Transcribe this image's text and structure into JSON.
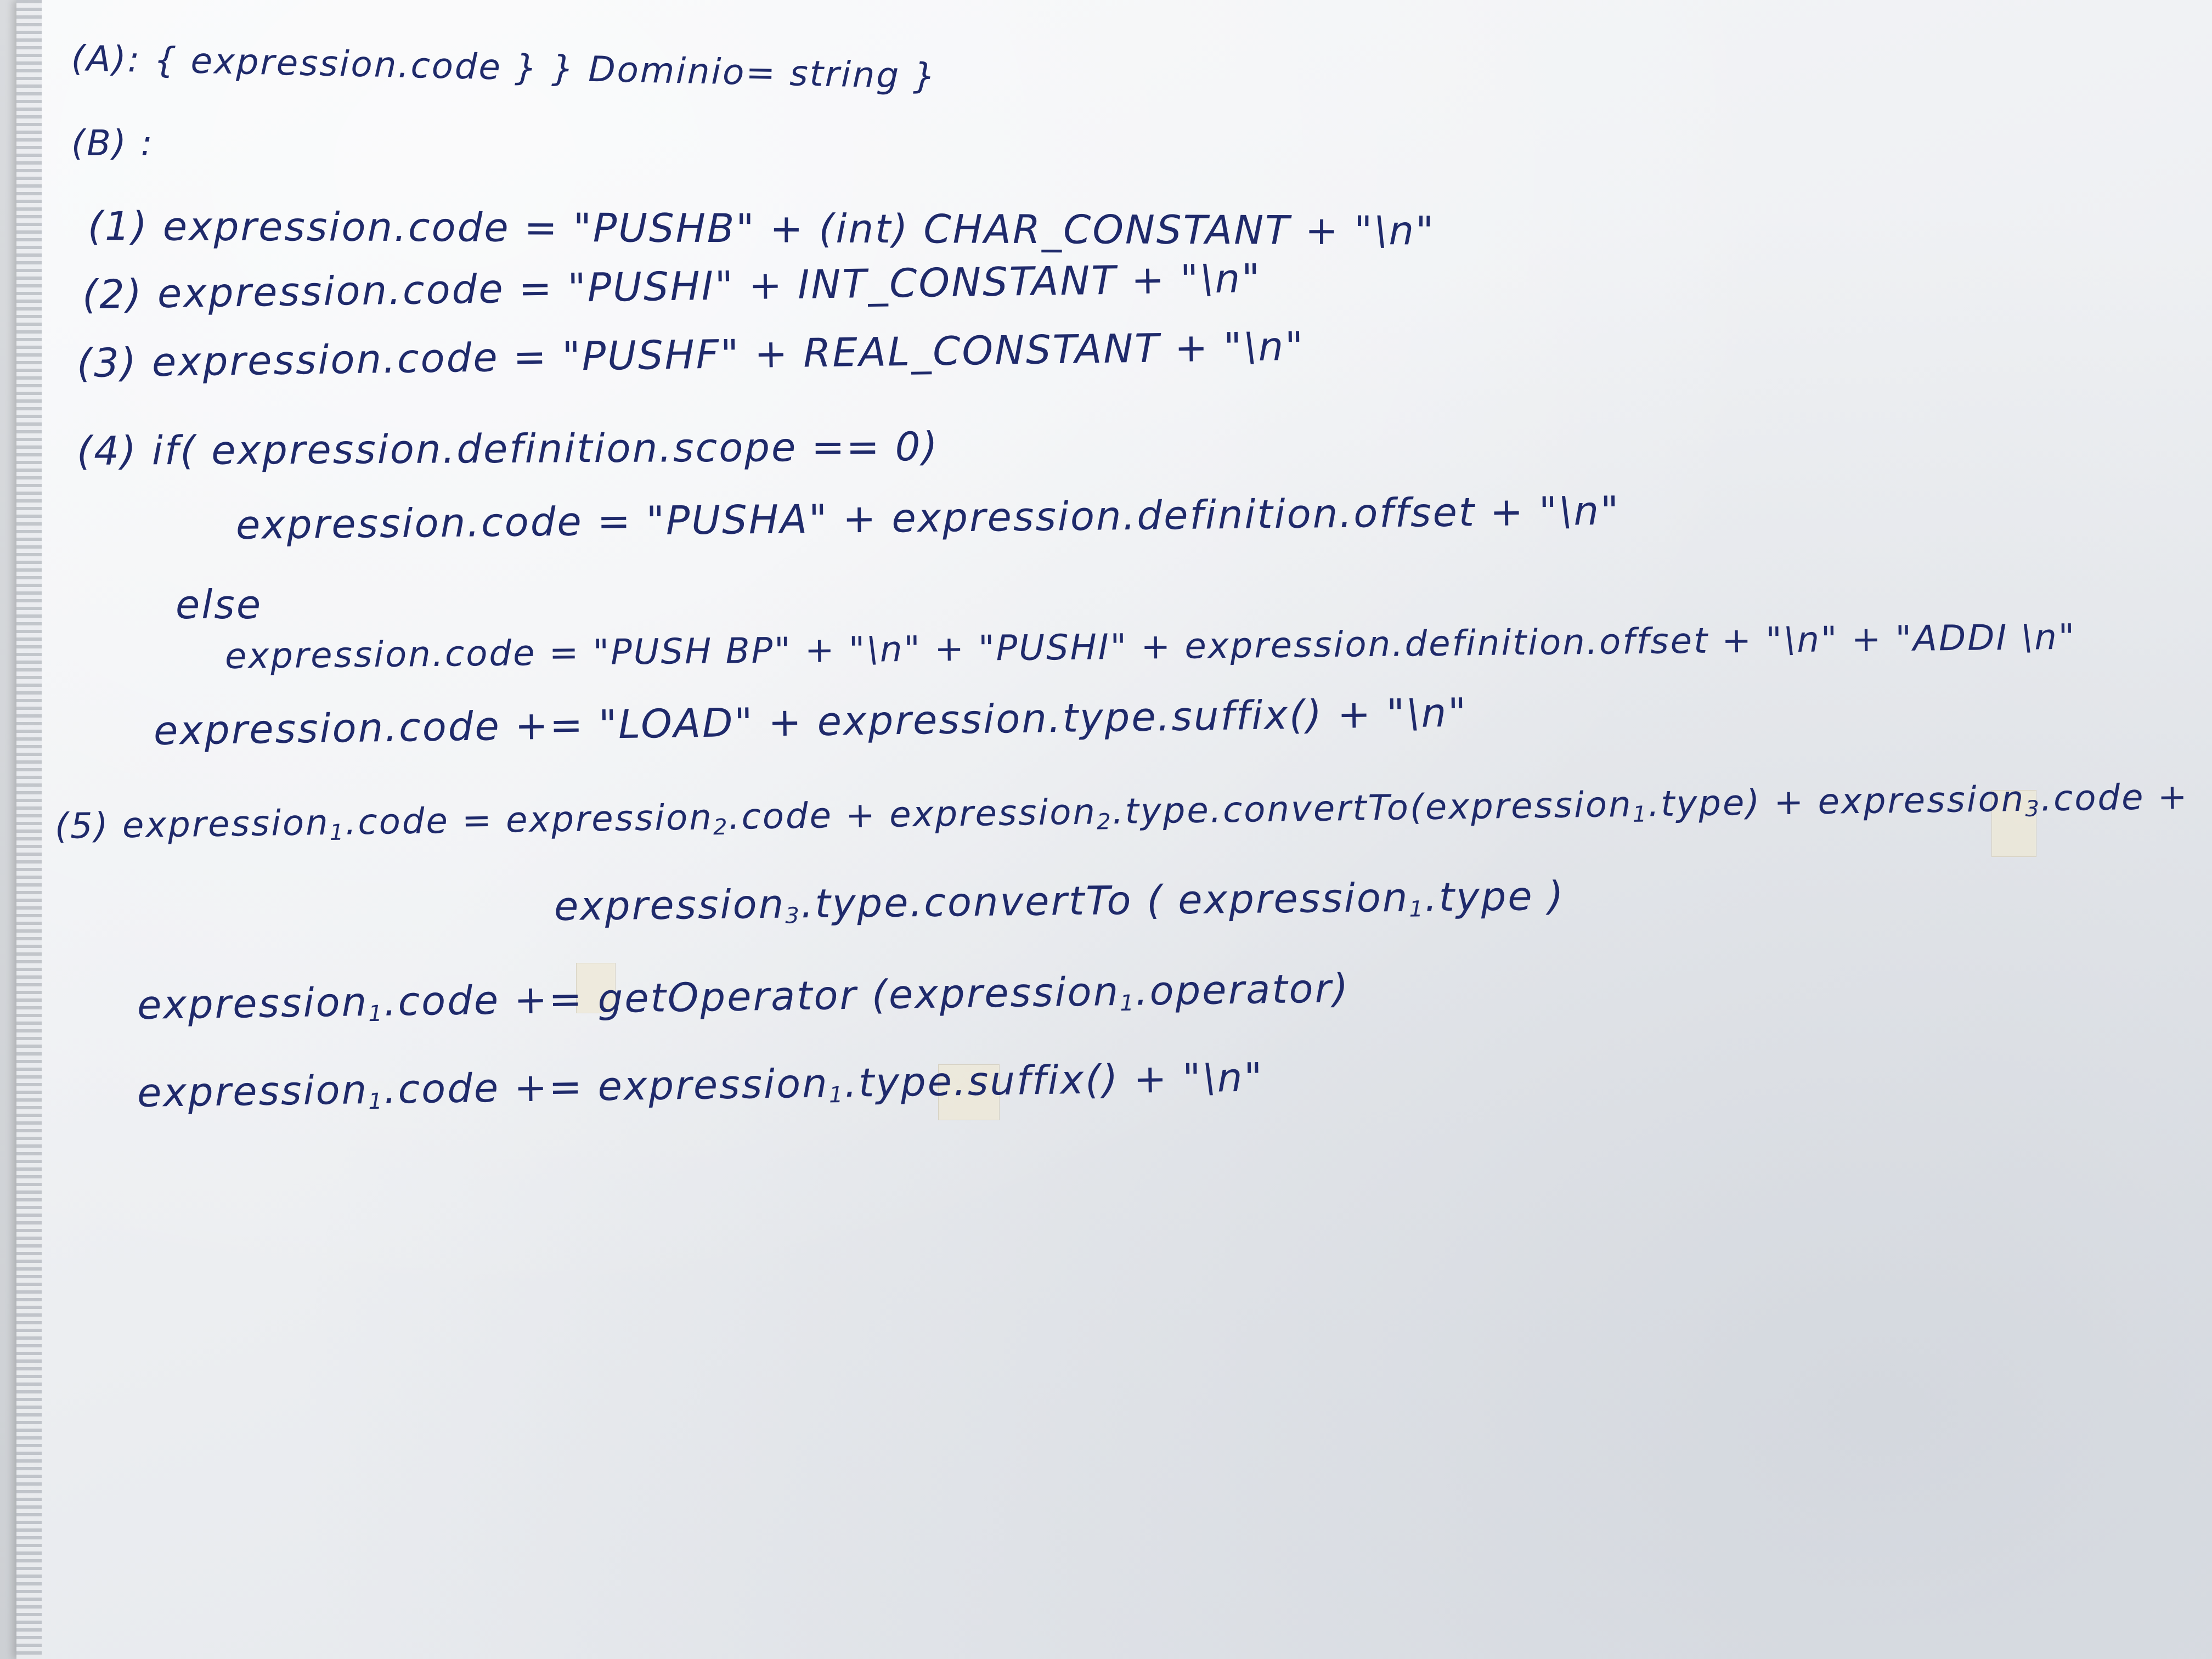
{
  "note": {
    "line_A": "(A): { expression.code } } Dominio= string }",
    "line_B": "(B) :",
    "rule1": "(1)  expression.code = \"PUSHB\" + (int) CHAR_CONSTANT + \"\\n\"",
    "rule2": "(2)  expression.code = \"PUSHI\" + INT_CONSTANT + \"\\n\"",
    "rule3": "(3)  expression.code = \"PUSHF\" + REAL_CONSTANT + \"\\n\"",
    "rule4_if": "(4)  if( expression.definition.scope == 0)",
    "rule4_then": "expression.code  =  \"PUSHA\" + expression.definition.offset + \"\\n\"",
    "rule4_else": "else",
    "rule4_else_code": "expression.code =  \"PUSH BP\" + \"\\n\" + \"PUSHI\" + expression.definition.offset + \"\\n\" + \"ADDI \\n\"",
    "rule4_load": "expression.code += \"LOAD\" + expression.type.suffix() + \"\\n\"",
    "rule5_part1": "(5)  expression",
    "rule5_sub1": "1",
    "rule5_part2": ".code  =  expression",
    "rule5_sub2": "2",
    "rule5_part3": ".code + expression",
    "rule5_sub3": "2",
    "rule5_part4": ".type.convertTo(expression",
    "rule5_sub4": "1",
    "rule5_part5": ".type) + expression",
    "rule5_sub5": "3",
    "rule5_part6": ".code +",
    "rule5_cont_part1": "expression",
    "rule5_cont_sub1": "3",
    "rule5_cont_part2": ".type.convertTo ( expression",
    "rule5_cont_sub2": "1",
    "rule5_cont_part3": ".type )",
    "rule5_op_part1": "expression",
    "rule5_op_sub1": "1",
    "rule5_op_part2": ".code  +=  getOperator (expression",
    "rule5_op_sub2": "1",
    "rule5_op_part3": ".operator)",
    "rule5_suffix_part1": "expression",
    "rule5_suffix_sub1": "1",
    "rule5_suffix_part2": ".code +=  expression",
    "rule5_suffix_sub2": "1",
    "rule5_suffix_part3": ".type.suffix() + \"\\n\""
  },
  "colors": {
    "ink": "#1f2a6b",
    "paper": "#eef0f3"
  }
}
